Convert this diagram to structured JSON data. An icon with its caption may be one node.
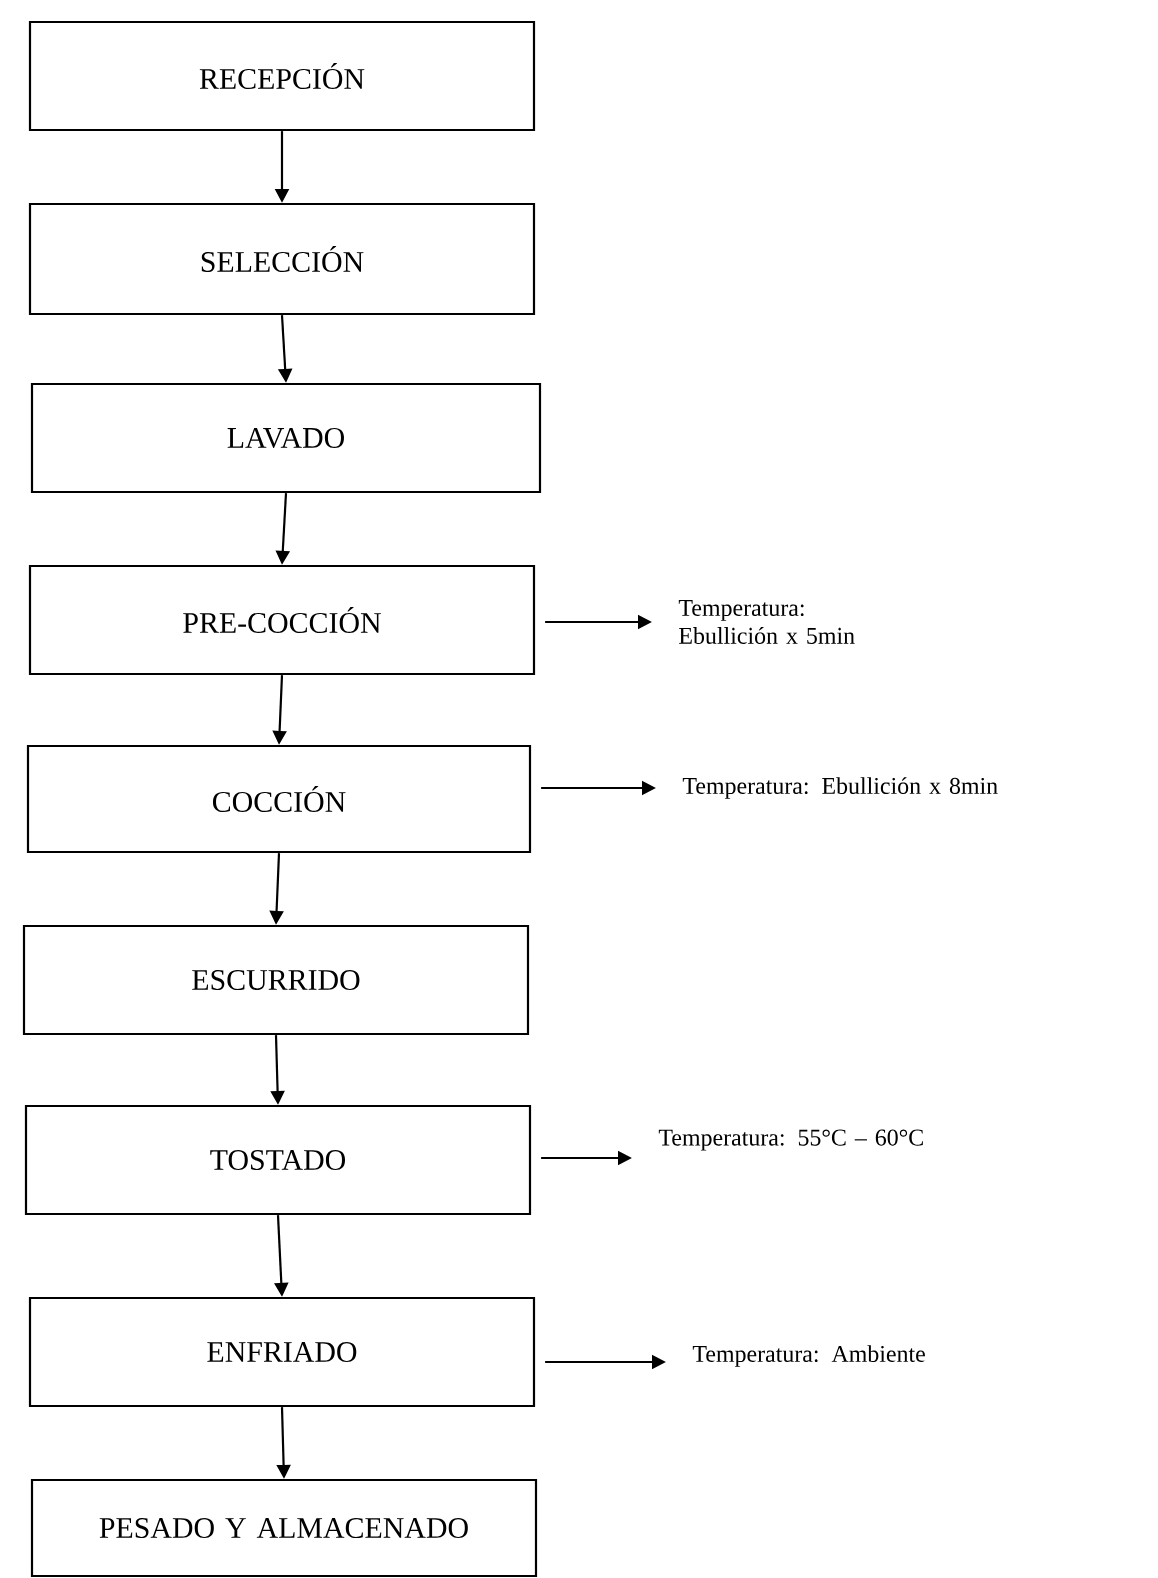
{
  "diagram": {
    "nodes": [
      {
        "text": [
          "RECEPCIÓN"
        ]
      },
      {
        "text": [
          "SELECCIÓN"
        ]
      },
      {
        "text": [
          "LAVADO"
        ]
      },
      {
        "text": [
          "PRE-COCCIÓN"
        ]
      },
      {
        "text": [
          "COCCIÓN"
        ]
      },
      {
        "text": [
          "ESCURRIDO"
        ]
      },
      {
        "text": [
          "TOSTADO"
        ]
      },
      {
        "text": [
          "ENFRIADO"
        ]
      },
      {
        "text": [
          "PESADO Y ALMACENADO"
        ]
      },
      {
        "text": [
          "Temperatura: Ebullición x 5min"
        ]
      },
      {
        "text": [
          "Temperatura: Ebullición x 8min"
        ]
      },
      {
        "text": [
          "Temperatura: 55°C – 60°C"
        ]
      },
      {
        "text": [
          "Temperatura: Ambiente"
        ]
      }
    ],
    "edges": [
      {
        "from": 0,
        "to": 1,
        "arrow": "to"
      },
      {
        "from": 1,
        "to": 2,
        "arrow": "to"
      },
      {
        "from": 2,
        "to": 3,
        "arrow": "to"
      },
      {
        "from": 3,
        "to": 4,
        "arrow": "to"
      },
      {
        "from": 4,
        "to": 5,
        "arrow": "to"
      },
      {
        "from": 5,
        "to": 6,
        "arrow": "to"
      },
      {
        "from": 6,
        "to": 7,
        "arrow": "to"
      },
      {
        "from": 7,
        "to": 8,
        "arrow": "to"
      },
      {
        "from": 3,
        "to": 9,
        "arrow": "to"
      },
      {
        "from": 4,
        "to": 10,
        "arrow": "to"
      },
      {
        "from": 6,
        "to": 11,
        "arrow": "to"
      },
      {
        "from": 7,
        "to": 12,
        "arrow": "to"
      }
    ]
  }
}
